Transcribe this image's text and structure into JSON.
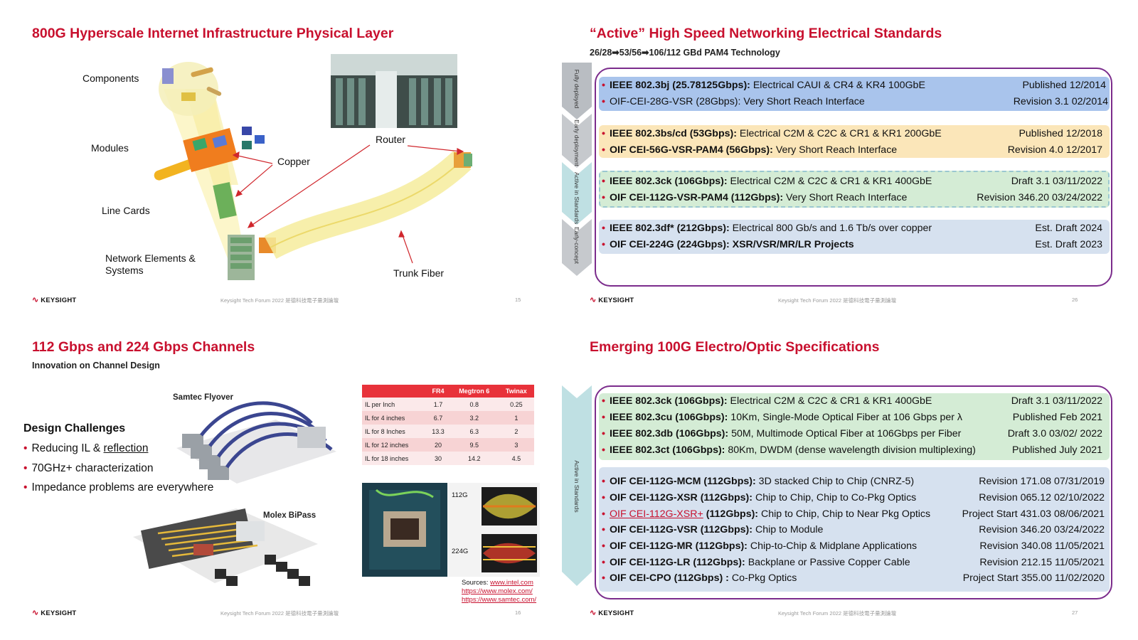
{
  "slide1": {
    "title": "800G Hyperscale Internet Infrastructure Physical Layer",
    "labels": {
      "components": "Components",
      "modules": "Modules",
      "copper": "Copper",
      "router": "Router",
      "line_cards": "Line Cards",
      "network_elements": "Network Elements & Systems",
      "trunk_fiber": "Trunk Fiber"
    },
    "footer": {
      "logo": "KEYSIGHT",
      "event": "Keysight Tech Forum 2022 是德科技電子量測論壇",
      "page": "15"
    }
  },
  "slide2": {
    "title": "“Active” High Speed Networking Electrical Standards",
    "subtitle": "26/28➡53/56➡106/112 GBd PAM4 Technology",
    "phases": [
      "Fully deployed",
      "Early deployment",
      "Active in Standards",
      "Early-concept"
    ],
    "rows": [
      {
        "bold": "IEEE 802.3bj (25.78125Gbps):",
        "text": " Electrical CAUI & CR4 & KR4 100GbE",
        "status": "Published 12/2014"
      },
      {
        "bold": "",
        "text": "OIF-CEI-28G-VSR (28Gbps): Very Short Reach Interface",
        "status": "Revision 3.1 02/2014"
      },
      {
        "bold": "IEEE 802.3bs/cd (53Gbps):",
        "text": " Electrical C2M & C2C & CR1 & KR1 200GbE",
        "status": "Published 12/2018"
      },
      {
        "bold": "OIF CEI-56G-VSR-PAM4 (56Gbps):",
        "text": " Very Short Reach Interface",
        "status": "Revision 4.0  12/2017"
      },
      {
        "bold": "IEEE 802.3ck  (106Gbps):",
        "text": " Electrical C2M & C2C & CR1 & KR1 400GbE",
        "status": "Draft 3.1    03/11/2022"
      },
      {
        "bold": "OIF CEI-112G-VSR-PAM4  (112Gbps):",
        "text": " Very Short Reach Interface",
        "status": "Revision 346.20   03/24/2022"
      },
      {
        "bold": "IEEE 802.3df* (212Gbps):",
        "text": "  Electrical 800 Gb/s and 1.6 Tb/s over copper",
        "status": "Est. Draft  2024"
      },
      {
        "bold": "OIF CEI-224G (224Gbps):  XSR/VSR/MR/LR Projects",
        "text": "",
        "status": "Est. Draft  2023"
      }
    ],
    "colors": {
      "blue": "#a9c4ec",
      "yellow": "#fbe6b9",
      "green": "#d4ecd5",
      "gray": "#d6e1ef",
      "frame": "#7b2c8c"
    },
    "footer": {
      "logo": "KEYSIGHT",
      "event": "Keysight Tech Forum 2022 是德科技電子量測論壇",
      "page": "26"
    }
  },
  "slide3": {
    "title": "112 Gbps and 224 Gbps Channels",
    "subtitle": "Innovation on Channel Design",
    "samtec_label": "Samtec Flyover",
    "molex_label": "Molex BiPass",
    "challenges_heading": "Design Challenges",
    "challenges": [
      "Reducing IL & ",
      "reflection",
      "70GHz+ characterization",
      "Impedance problems are everywhere"
    ],
    "table": {
      "headers": [
        "",
        "FR4",
        "Megtron 6",
        "Twinax"
      ],
      "rows": [
        [
          "IL per Inch",
          "1.7",
          "0.8",
          "0.25"
        ],
        [
          "IL for 4 inches",
          "6.7",
          "3.2",
          "1"
        ],
        [
          "IL for 8 Inches",
          "13.3",
          "6.3",
          "2"
        ],
        [
          "IL for 12 inches",
          "20",
          "9.5",
          "3"
        ],
        [
          "IL for 18 inches",
          "30",
          "14.2",
          "4.5"
        ]
      ]
    },
    "eye_labels": [
      "112G",
      "224G"
    ],
    "sources_label": "Sources:",
    "sources": [
      "www.intel.com",
      "https://www.molex.com/",
      "https://www.samtec.com/"
    ],
    "footer": {
      "logo": "KEYSIGHT",
      "event": "Keysight Tech Forum 2022 是德科技電子量測論壇",
      "page": "16"
    }
  },
  "slide4": {
    "title": "Emerging 100G Electro/Optic Specifications",
    "phase": "Active in Standards",
    "ieee_rows": [
      {
        "bold": "IEEE 802.3ck  (106Gbps):",
        "text": " Electrical C2M & C2C & CR1 & KR1 400GbE",
        "status": "Draft 3.1    03/11/2022"
      },
      {
        "bold": "IEEE 802.3cu  (106Gbps):",
        "text": " 10Km, Single-Mode Optical Fiber at 106 Gbps per λ",
        "status": "Published Feb 2021"
      },
      {
        "bold": "IEEE 802.3db  (106Gbps):",
        "text": " 50M, Multimode Optical Fiber at 106Gbps per Fiber",
        "status": "Draft 3.0  03/02/ 2022"
      },
      {
        "bold": "IEEE 802.3ct (106Gbps):",
        "text": " 80Km, DWDM (dense wavelength division multiplexing)",
        "status": "Published July 2021"
      }
    ],
    "oif_rows": [
      {
        "bold": "OIF CEI-112G-MCM  (112Gbps):",
        "text": " 3D stacked Chip to Chip (CNRZ-5)",
        "status": "Revision 171.08   07/31/2019"
      },
      {
        "bold": "OIF CEI-112G-XSR  (112Gbps):",
        "text": " Chip to Chip, Chip to Co-Pkg Optics",
        "status": "Revision 065.12   02/10/2022"
      },
      {
        "link": "OIF CEI-112G-XSR+",
        "bold": "  (112Gbps):",
        "text": " Chip to Chip, Chip to Near Pkg Optics",
        "status": "Project Start  431.03 08/06/2021"
      },
      {
        "bold": "OIF CEI-112G-VSR  (112Gbps):",
        "text": " Chip to Module",
        "status": "Revision 346.20   03/24/2022"
      },
      {
        "bold": "OIF CEI-112G-MR  (112Gbps):",
        "text": " Chip-to-Chip & Midplane Applications",
        "status": "Revision 340.08   11/05/2021"
      },
      {
        "bold": "OIF CEI-112G-LR  (112Gbps):",
        "text": " Backplane or Passive Copper Cable",
        "status": "Revision 212.15   11/05/2021"
      },
      {
        "bold": "OIF CEI-CPO (112Gbps) :",
        "text": " Co-Pkg Optics",
        "status": "Project Start 355.00  11/02/2020"
      }
    ],
    "footer": {
      "logo": "KEYSIGHT",
      "event": "Keysight Tech Forum 2022 是德科技電子量測論壇",
      "page": "27"
    }
  }
}
